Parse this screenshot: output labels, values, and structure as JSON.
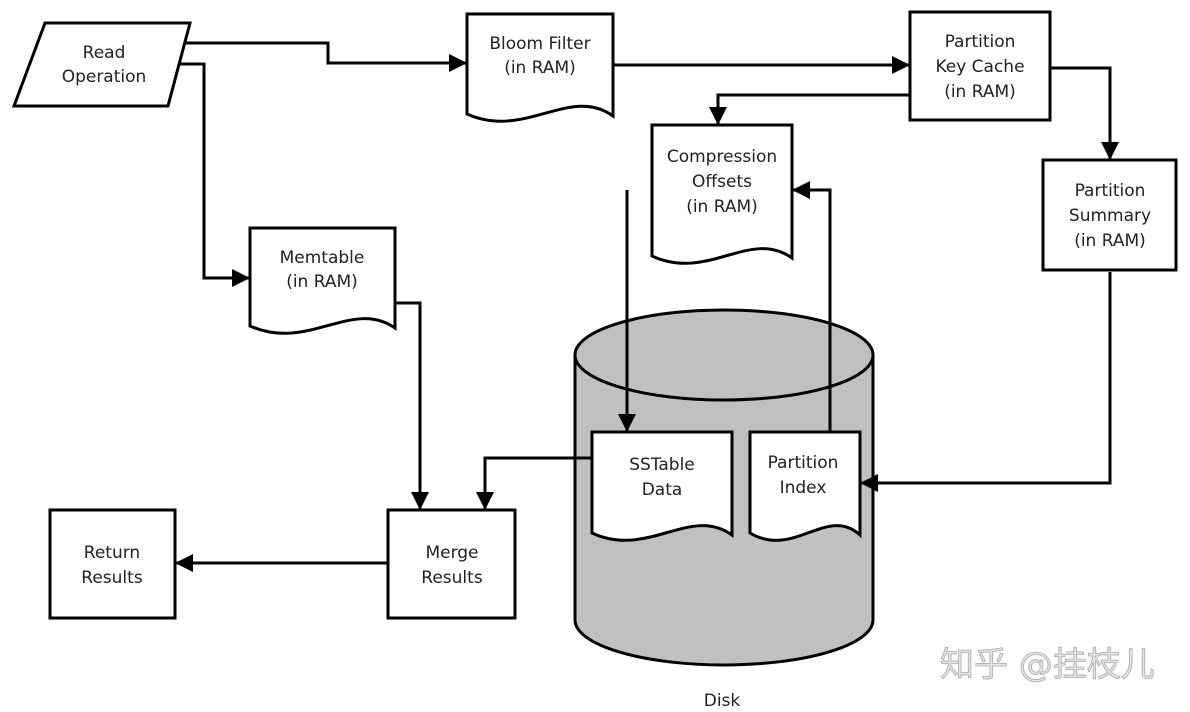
{
  "nodes": {
    "read_operation": [
      "Read",
      "Operation"
    ],
    "bloom_filter": [
      "Bloom Filter",
      "(in RAM)"
    ],
    "memtable": [
      "Memtable",
      "(in RAM)"
    ],
    "partition_key_cache": [
      "Partition",
      "Key Cache",
      "(in RAM)"
    ],
    "partition_summary": [
      "Partition",
      "Summary",
      "(in RAM)"
    ],
    "compression_offsets": [
      "Compression",
      "Offsets",
      "(in RAM)"
    ],
    "sstable_data": [
      "SSTable",
      "Data"
    ],
    "partition_index": [
      "Partition",
      "Index"
    ],
    "merge_results": [
      "Merge",
      "Results"
    ],
    "return_results": [
      "Return",
      "Results"
    ],
    "disk": "Disk"
  },
  "colors": {
    "disk_fill": "#c0c0c0",
    "stroke": "#000000"
  },
  "watermark": "知乎 @挂枝儿"
}
